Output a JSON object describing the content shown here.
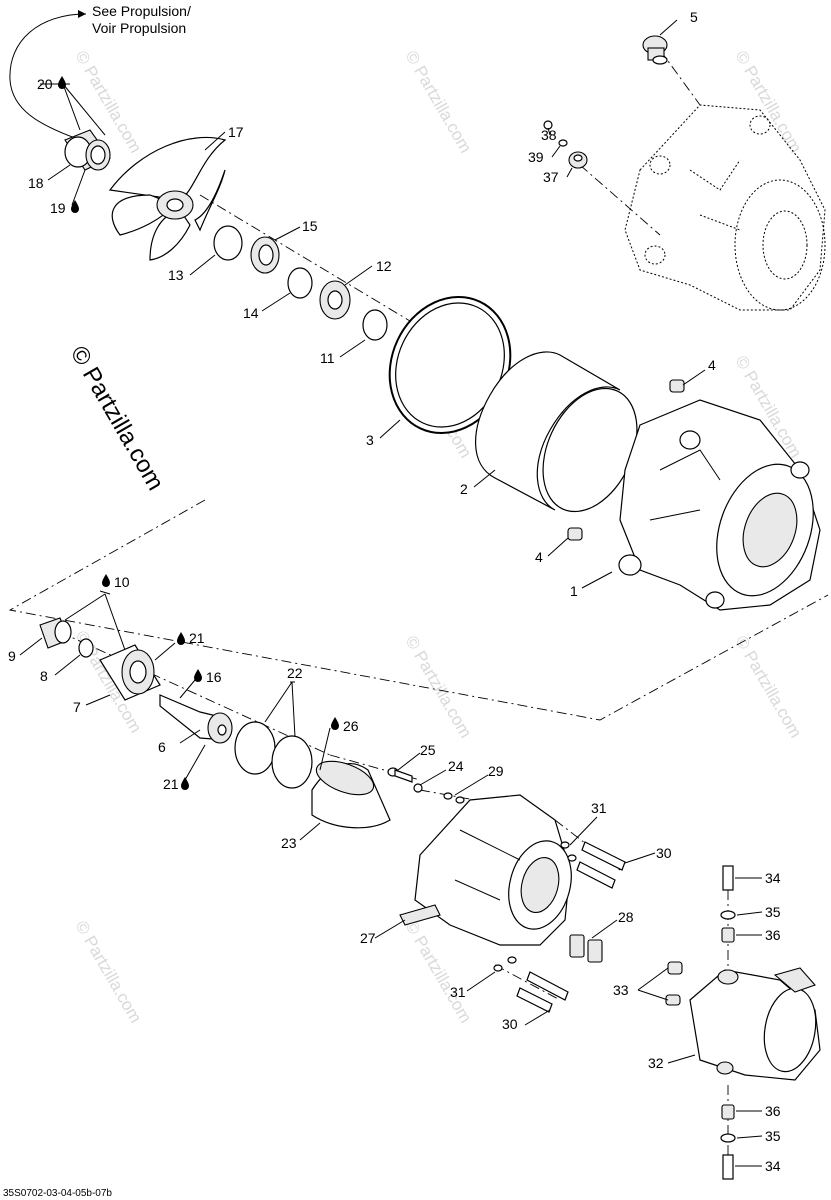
{
  "note": {
    "line1": "See Propulsion/",
    "line2": "Voir Propulsion"
  },
  "watermark": {
    "small": "© Partzilla.com",
    "large": "© Partzilla.com"
  },
  "footer_code": "35S0702-03-04-05b-07b",
  "icons": {
    "drop": "drop-icon"
  },
  "callouts": [
    {
      "id": "c1",
      "text": "1"
    },
    {
      "id": "c2",
      "text": "2"
    },
    {
      "id": "c3",
      "text": "3"
    },
    {
      "id": "c4a",
      "text": "4"
    },
    {
      "id": "c4b",
      "text": "4"
    },
    {
      "id": "c5",
      "text": "5"
    },
    {
      "id": "c6",
      "text": "6"
    },
    {
      "id": "c7",
      "text": "7"
    },
    {
      "id": "c8",
      "text": "8"
    },
    {
      "id": "c9",
      "text": "9"
    },
    {
      "id": "c10",
      "text": "10"
    },
    {
      "id": "c11",
      "text": "11"
    },
    {
      "id": "c12",
      "text": "12"
    },
    {
      "id": "c13",
      "text": "13"
    },
    {
      "id": "c14",
      "text": "14"
    },
    {
      "id": "c15",
      "text": "15"
    },
    {
      "id": "c16",
      "text": "16"
    },
    {
      "id": "c17",
      "text": "17"
    },
    {
      "id": "c18",
      "text": "18"
    },
    {
      "id": "c19",
      "text": "19"
    },
    {
      "id": "c20",
      "text": "20"
    },
    {
      "id": "c21a",
      "text": "21"
    },
    {
      "id": "c21b",
      "text": "21"
    },
    {
      "id": "c22",
      "text": "22"
    },
    {
      "id": "c23",
      "text": "23"
    },
    {
      "id": "c24",
      "text": "24"
    },
    {
      "id": "c25",
      "text": "25"
    },
    {
      "id": "c26",
      "text": "26"
    },
    {
      "id": "c27",
      "text": "27"
    },
    {
      "id": "c28",
      "text": "28"
    },
    {
      "id": "c29",
      "text": "29"
    },
    {
      "id": "c30a",
      "text": "30"
    },
    {
      "id": "c30b",
      "text": "30"
    },
    {
      "id": "c31a",
      "text": "31"
    },
    {
      "id": "c31b",
      "text": "31"
    },
    {
      "id": "c32",
      "text": "32"
    },
    {
      "id": "c33",
      "text": "33"
    },
    {
      "id": "c34a",
      "text": "34"
    },
    {
      "id": "c34b",
      "text": "34"
    },
    {
      "id": "c35a",
      "text": "35"
    },
    {
      "id": "c35b",
      "text": "35"
    },
    {
      "id": "c36a",
      "text": "36"
    },
    {
      "id": "c36b",
      "text": "36"
    },
    {
      "id": "c37",
      "text": "37"
    },
    {
      "id": "c38",
      "text": "38"
    },
    {
      "id": "c39",
      "text": "39"
    }
  ]
}
